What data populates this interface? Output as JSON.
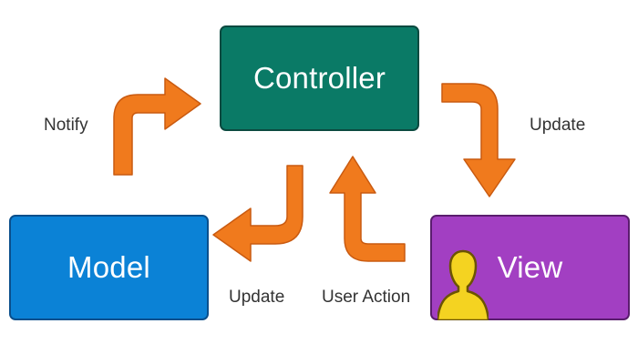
{
  "colors": {
    "controller": "#0a7a66",
    "model": "#0b82d6",
    "view": "#a23fc2",
    "arrow": "#f07a1d",
    "arrow_stroke": "#c95a10",
    "user_icon": "#f4d321",
    "label_text": "#333333"
  },
  "nodes": {
    "controller": {
      "label": "Controller"
    },
    "model": {
      "label": "Model"
    },
    "view": {
      "label": "View",
      "icon": "user-silhouette-icon"
    }
  },
  "edges": {
    "model_to_controller": {
      "label": "Notify"
    },
    "controller_to_view": {
      "label": "Update"
    },
    "controller_to_model": {
      "label": "Update"
    },
    "view_to_controller": {
      "label": "User Action"
    }
  }
}
